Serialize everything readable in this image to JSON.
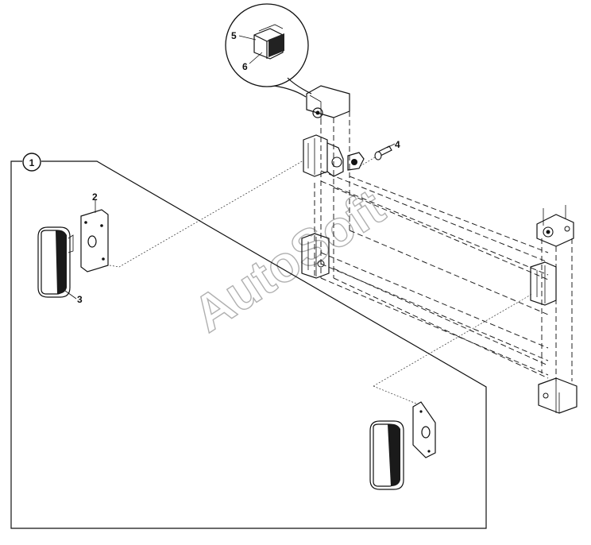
{
  "callouts": {
    "group": "1",
    "plate": "2",
    "lamp": "3",
    "bolt": "4",
    "part5": "5",
    "part6": "6"
  },
  "watermark": "AutoSoft"
}
